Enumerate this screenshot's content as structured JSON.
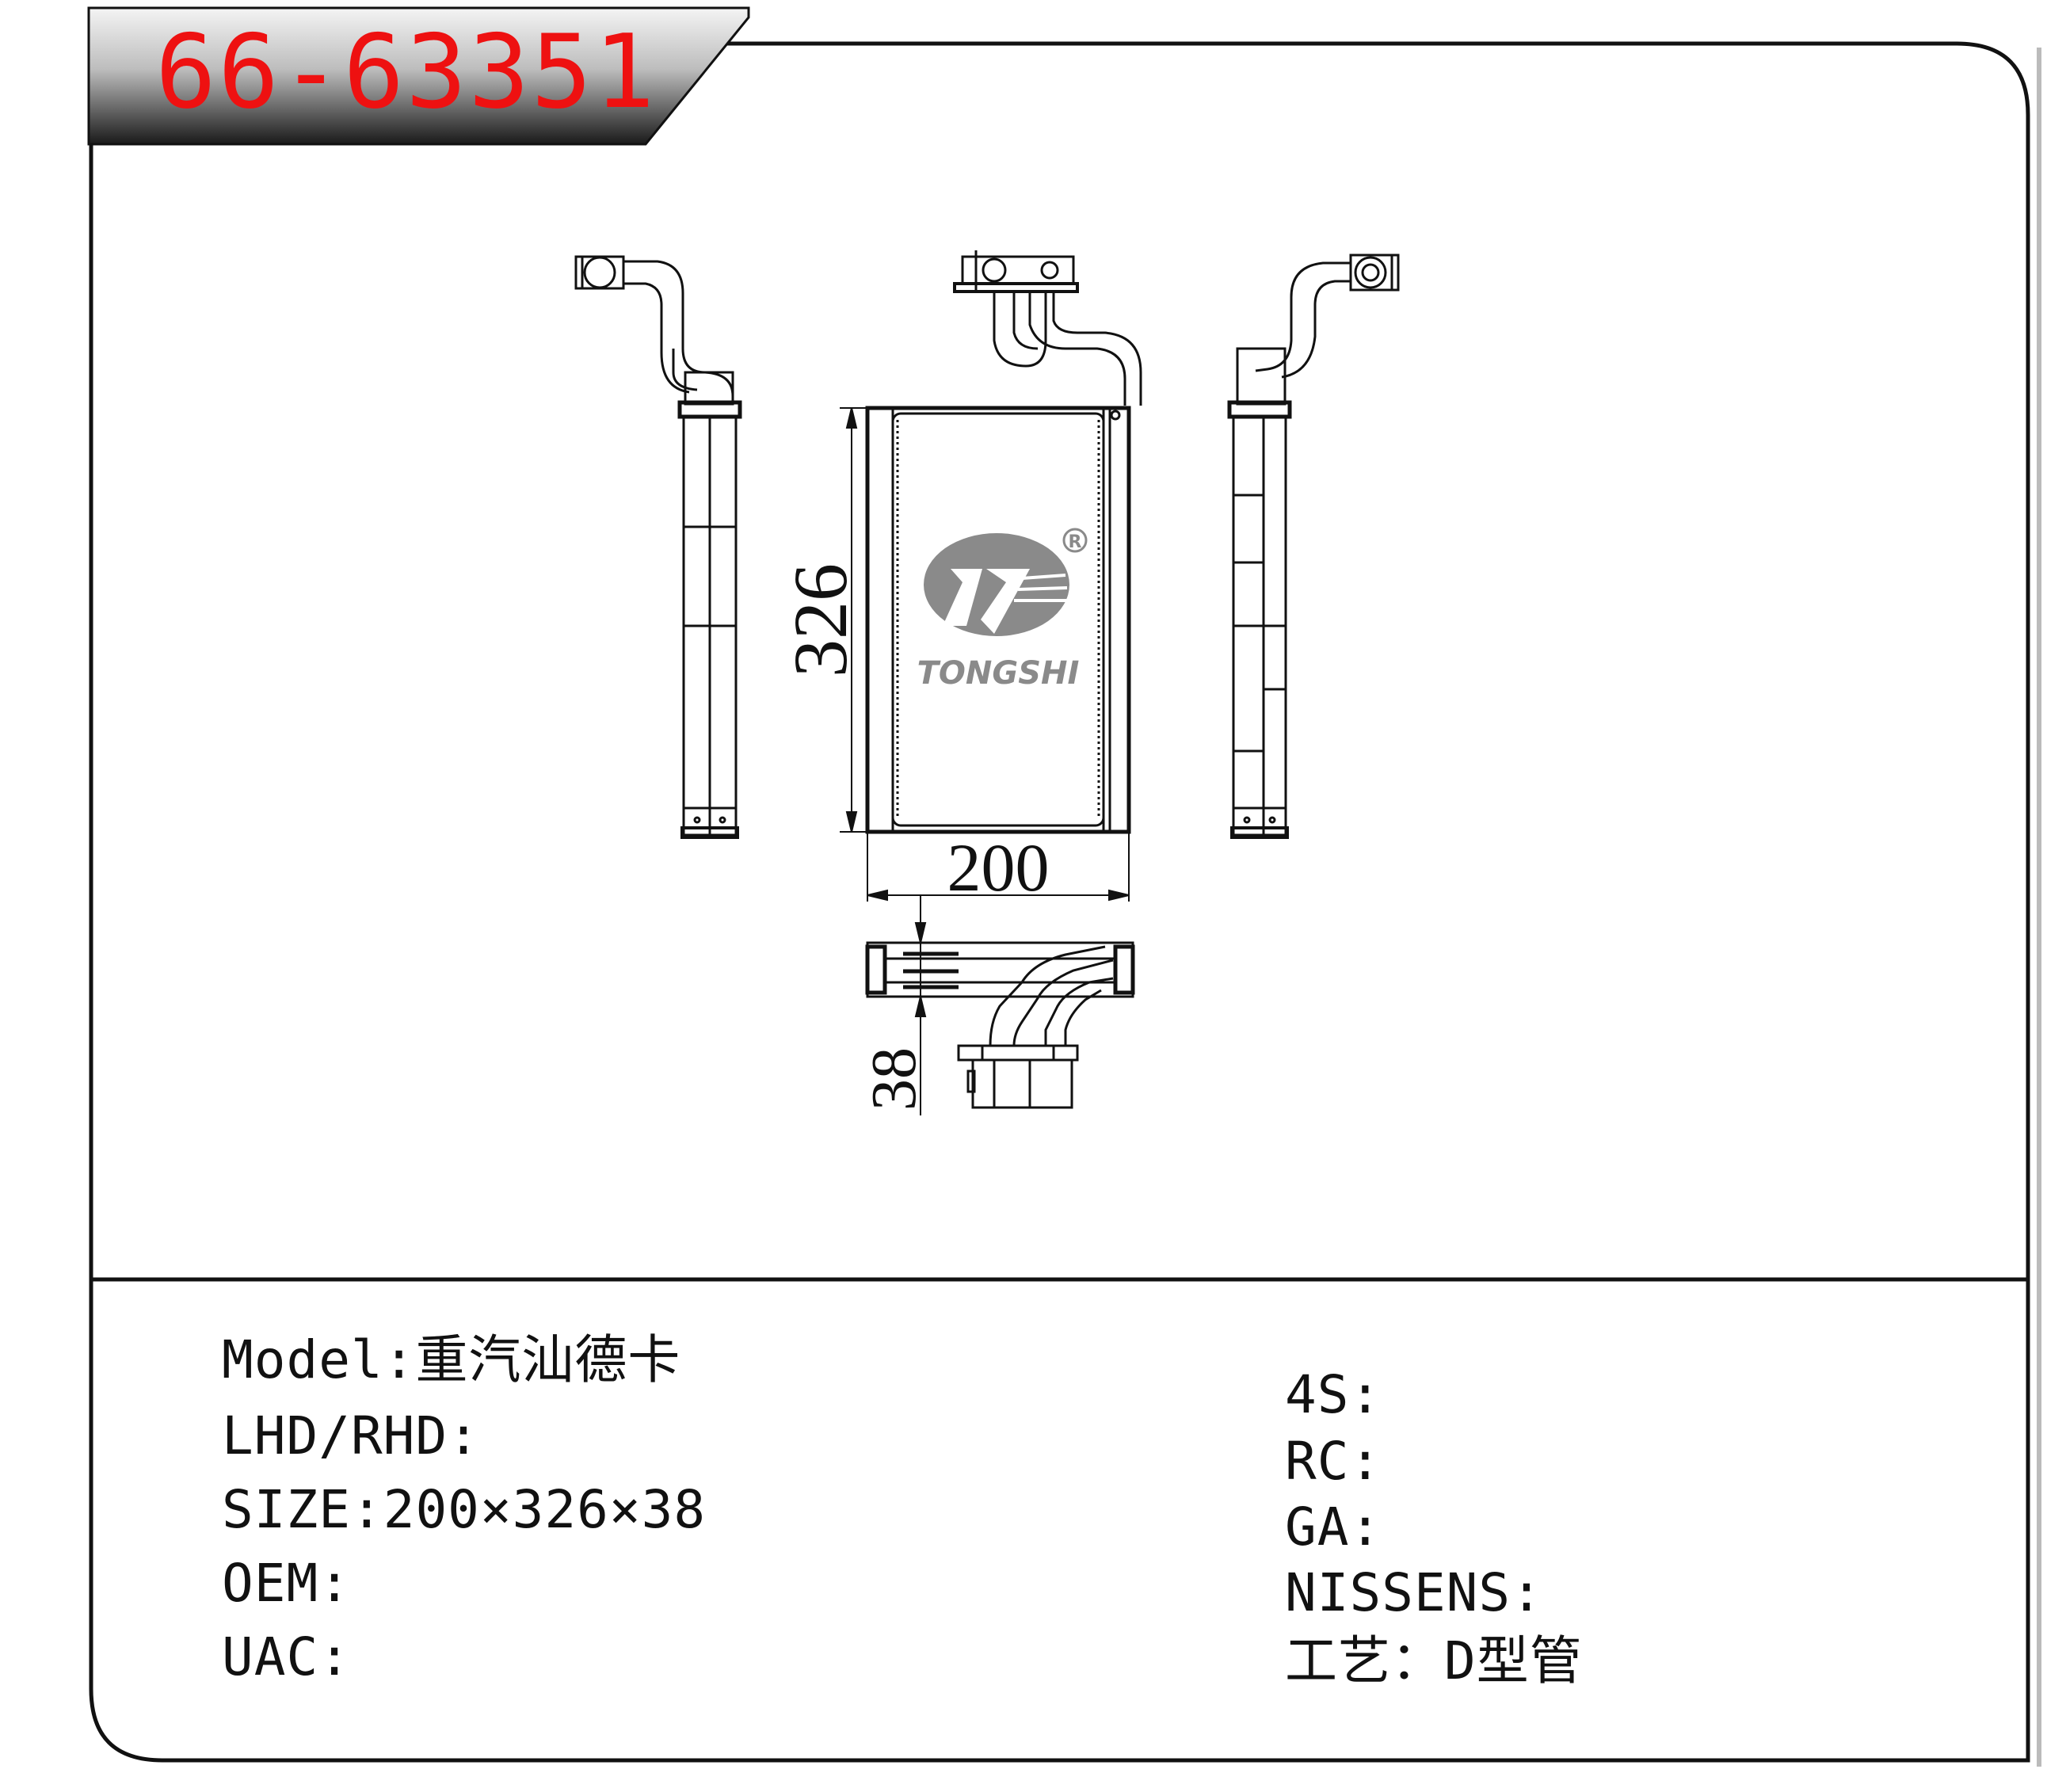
{
  "header": {
    "part_number": "66-63351"
  },
  "drawing": {
    "dimensions": {
      "height": "326",
      "width": "200",
      "depth": "38"
    },
    "logo": {
      "brand": "TONGSHI",
      "registered_mark": "R"
    }
  },
  "specs_left": [
    {
      "label": "Model",
      "sep": ":",
      "value": "重汽汕德卡"
    },
    {
      "label": "LHD/RHD",
      "sep": ":",
      "value": ""
    },
    {
      "label": "SIZE",
      "sep": ":",
      "value": "200×326×38"
    },
    {
      "label": "OEM",
      "sep": ":",
      "value": ""
    },
    {
      "label": "UAC",
      "sep": ":",
      "value": ""
    }
  ],
  "specs_right": [
    {
      "label": "4S",
      "sep": ":",
      "value": ""
    },
    {
      "label": "RC",
      "sep": ":",
      "value": ""
    },
    {
      "label": "GA",
      "sep": ":",
      "value": ""
    },
    {
      "label": "NISSENS",
      "sep": ":",
      "value": ""
    },
    {
      "label": "工艺",
      "sep": "：",
      "value": "D型管"
    }
  ],
  "colors": {
    "part_number": "#ee1111",
    "line": "#111111",
    "logo": "#8a8a8a"
  }
}
